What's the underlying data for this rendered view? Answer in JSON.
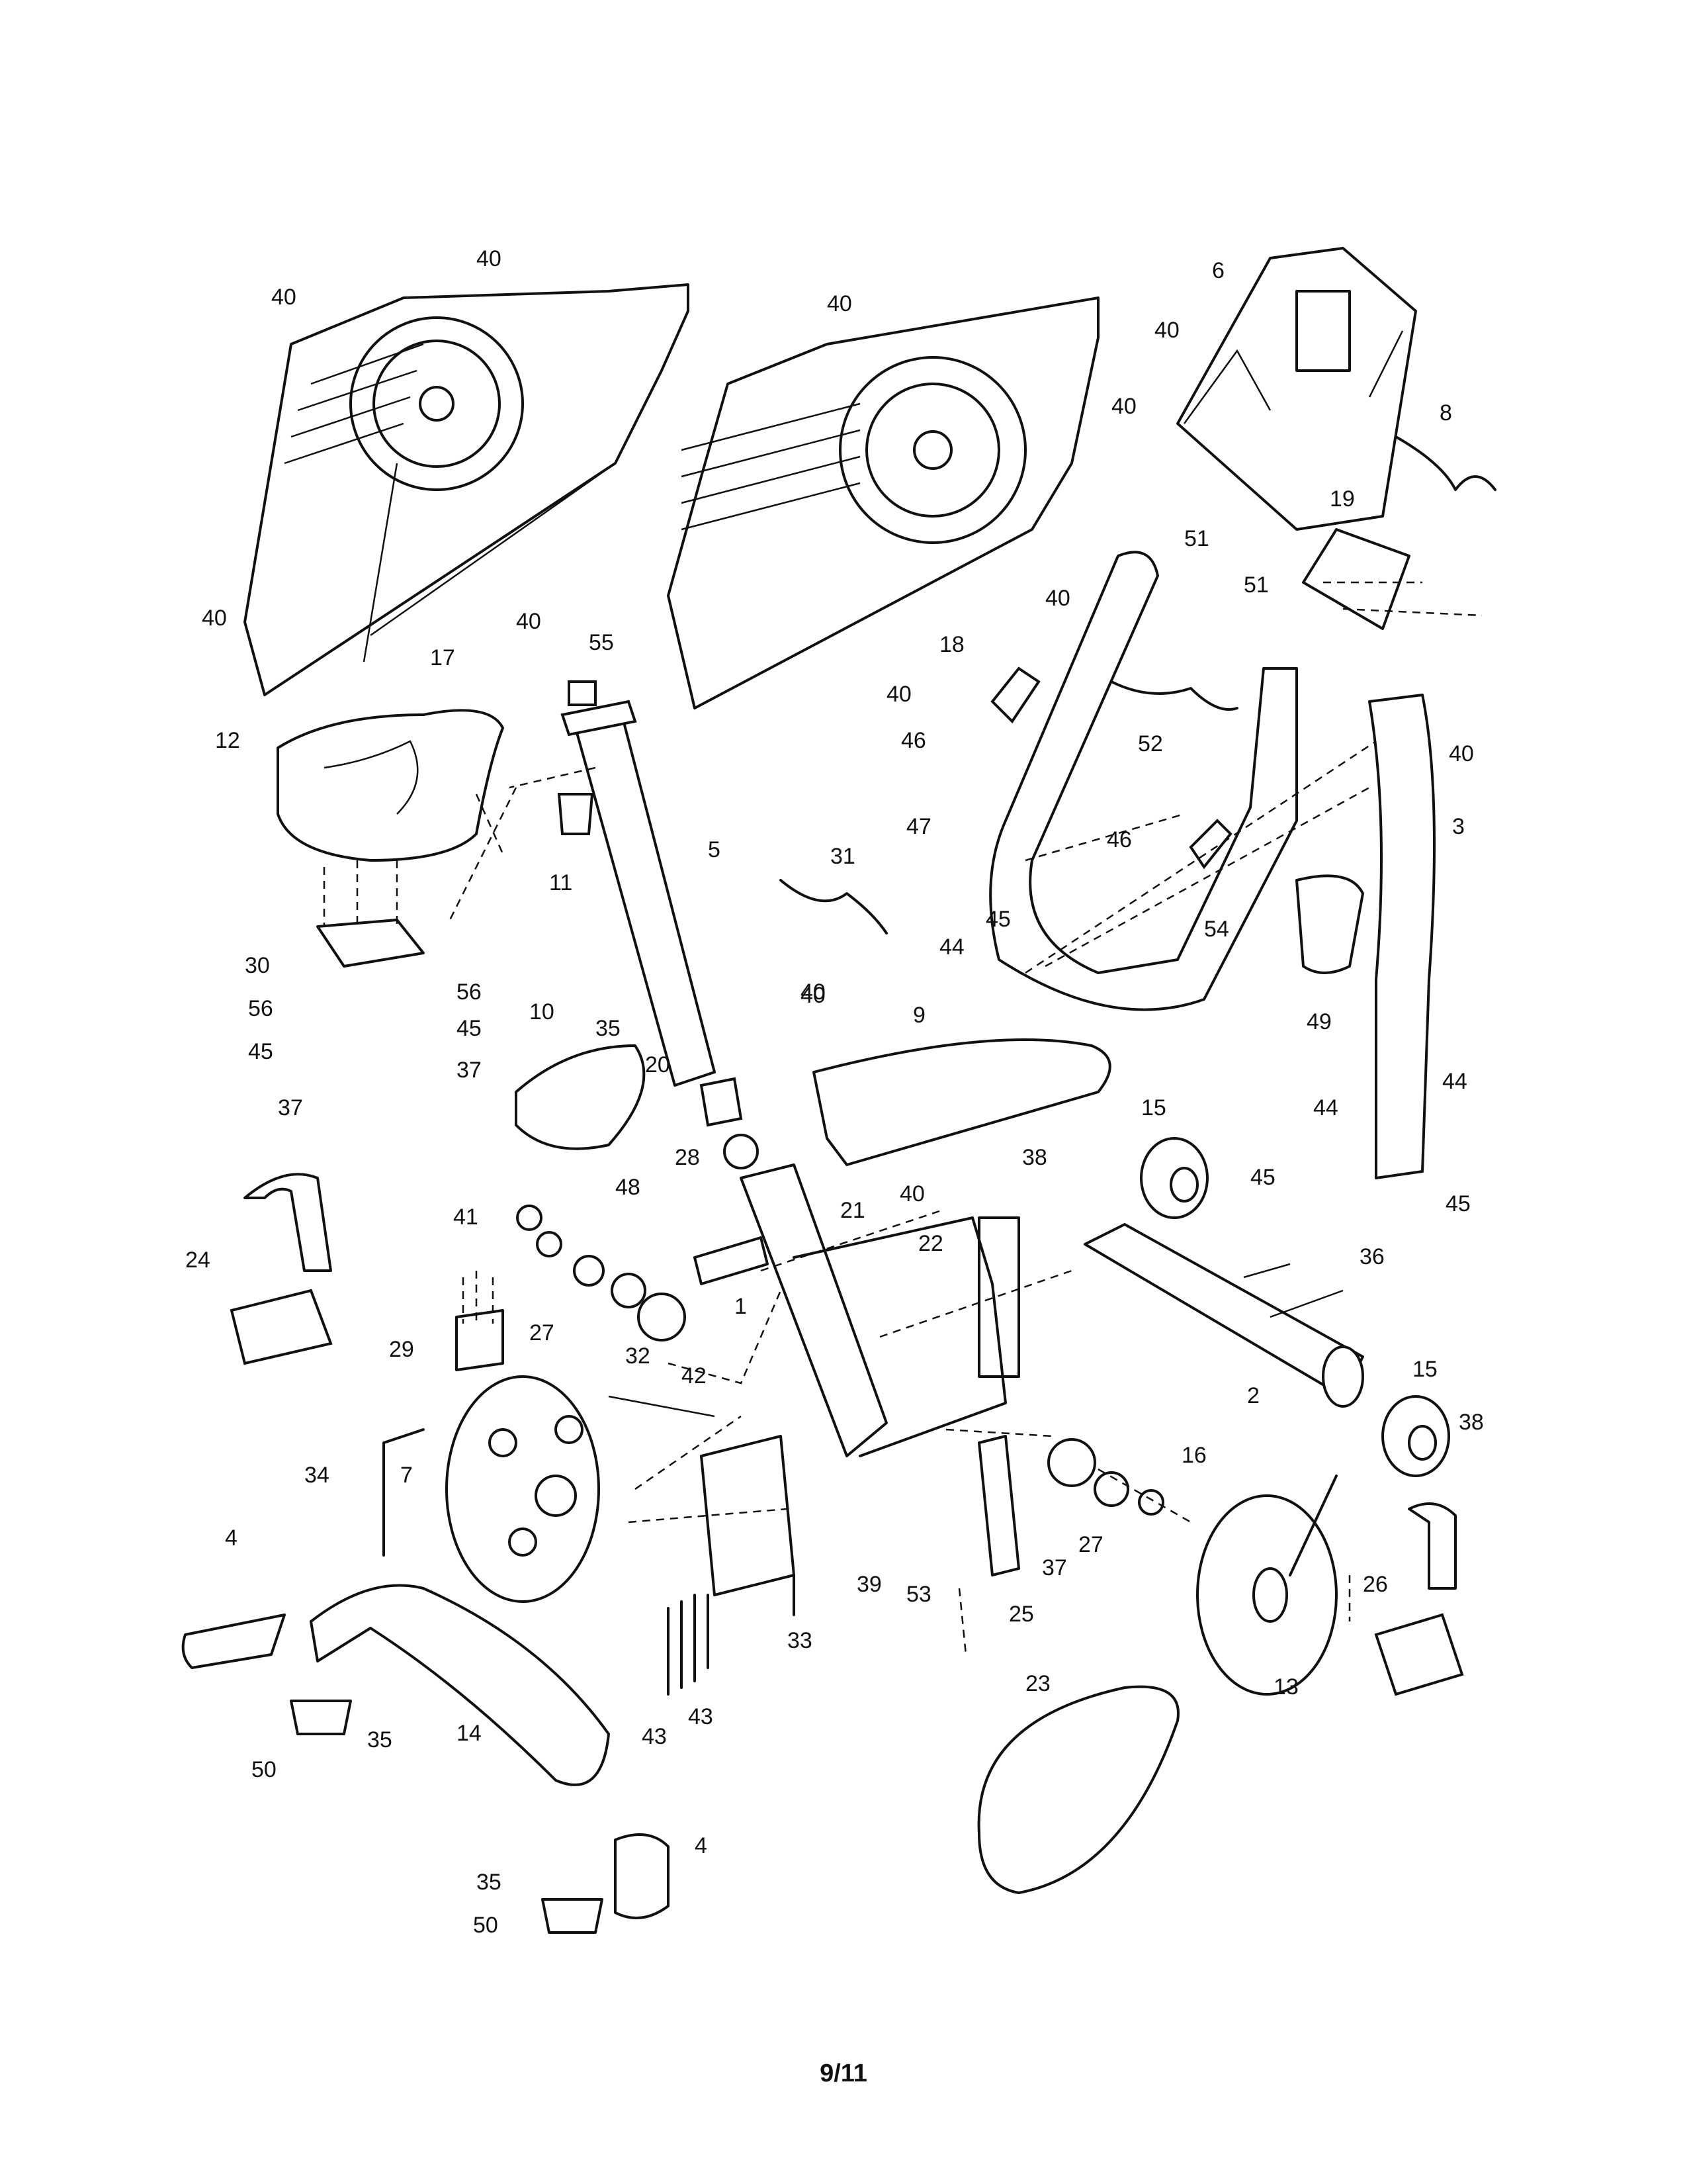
{
  "page_number": "9/11",
  "part_numbers": [
    "1",
    "2",
    "3",
    "4",
    "5",
    "6",
    "7",
    "8",
    "9",
    "10",
    "11",
    "12",
    "13",
    "14",
    "15",
    "16",
    "17",
    "18",
    "19",
    "20",
    "21",
    "22",
    "23",
    "24",
    "25",
    "26",
    "27",
    "28",
    "29",
    "30",
    "31",
    "32",
    "33",
    "34",
    "35",
    "36",
    "37",
    "38",
    "39",
    "40",
    "41",
    "42",
    "43",
    "44",
    "45",
    "46",
    "47",
    "48",
    "49",
    "50",
    "51",
    "52",
    "53",
    "54",
    "55",
    "56"
  ]
}
